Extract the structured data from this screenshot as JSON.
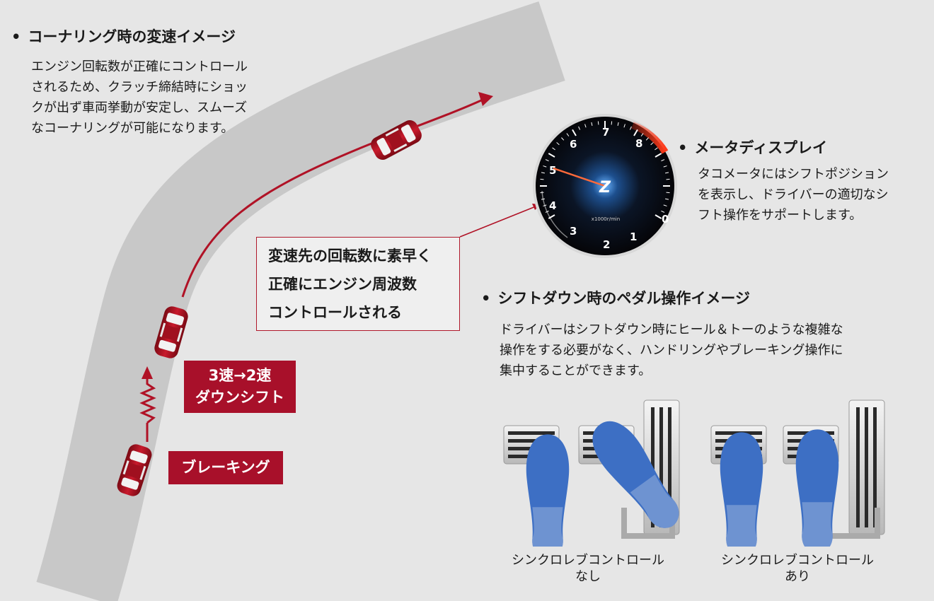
{
  "cornering": {
    "title": "コーナリング時の変速イメージ",
    "body": [
      "エンジン回転数が正確にコントロール",
      "されるため、クラッチ締結時にショッ",
      "クが出ず車両挙動が安定し、スムーズ",
      "なコーナリングが可能になります。"
    ]
  },
  "callout": {
    "lines": [
      "変速先の回転数に素早く",
      "正確にエンジン周波数",
      "コントロールされる"
    ]
  },
  "downshift_label": {
    "lines": [
      "3速→2速",
      "ダウンシフト"
    ]
  },
  "braking_label": "ブレーキング",
  "meter": {
    "title": "メータディスプレイ",
    "body": [
      "タコメータにはシフトポジション",
      "を表示し、ドライバーの適切なシ",
      "フト操作をサポートします。"
    ],
    "gauge": {
      "ticks": [
        "0",
        "1",
        "2",
        "3",
        "4",
        "5",
        "6",
        "7",
        "8"
      ],
      "unit": "x1000r/min",
      "logo": "Z"
    }
  },
  "pedal": {
    "title": "シフトダウン時のペダル操作イメージ",
    "body": [
      "ドライバーはシフトダウン時にヒール＆トーのような複雑な",
      "操作をする必要がなく、ハンドリングやブレーキング操作に",
      "集中することができます。"
    ],
    "caption_without": [
      "シンクロレブコントロール",
      "なし"
    ],
    "caption_with": [
      "シンクロレブコントロール",
      "あり"
    ]
  },
  "colors": {
    "accent_red": "#a8102a",
    "road_gray": "#c8c8c8",
    "shoe_blue": "#3d6fc4"
  }
}
